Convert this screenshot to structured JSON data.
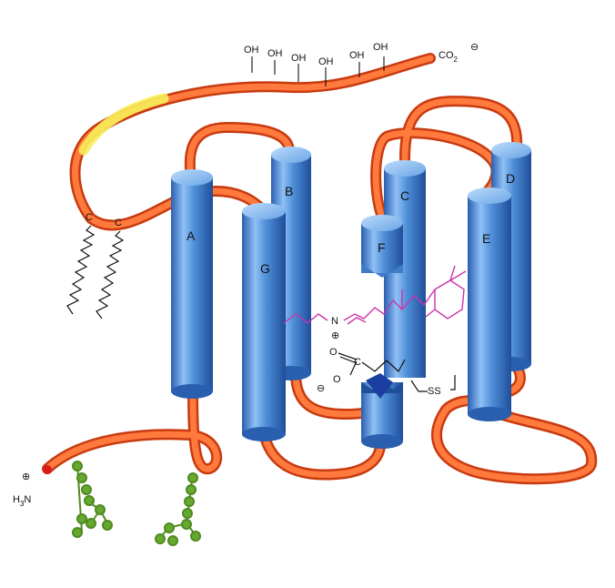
{
  "helices": [
    {
      "id": "A",
      "label": "A"
    },
    {
      "id": "B",
      "label": "B"
    },
    {
      "id": "C",
      "label": "C"
    },
    {
      "id": "D",
      "label": "D"
    },
    {
      "id": "E",
      "label": "E"
    },
    {
      "id": "F",
      "label": "F"
    },
    {
      "id": "G",
      "label": "G"
    }
  ],
  "termini": {
    "n_terminus": {
      "charge": "⊕",
      "text": "H",
      "sub": "3",
      "tail": "N"
    },
    "c_terminus": {
      "text": "CO",
      "sub": "2",
      "charge": "⊖"
    }
  },
  "hydroxyls": [
    "OH",
    "OH",
    "OH",
    "OH",
    "OH",
    "OH"
  ],
  "palmitoyl": {
    "atom_1": "C",
    "atom_2": "C"
  },
  "chromophore": {
    "charge": "⊕",
    "nitrogen": "N"
  },
  "counterion": {
    "charge": "⊖",
    "oxygen_1": "O",
    "oxygen_2": "O",
    "carbon": "C"
  },
  "disulfide": {
    "label": "SS"
  },
  "colors": {
    "helix": "#5a96e0",
    "loop": "#ee5a24",
    "palmitoyl_highlight": "#f7ee5a",
    "retinal": "#cc33aa",
    "glycan": "#66a830",
    "n_cap": "#d81a1a"
  }
}
